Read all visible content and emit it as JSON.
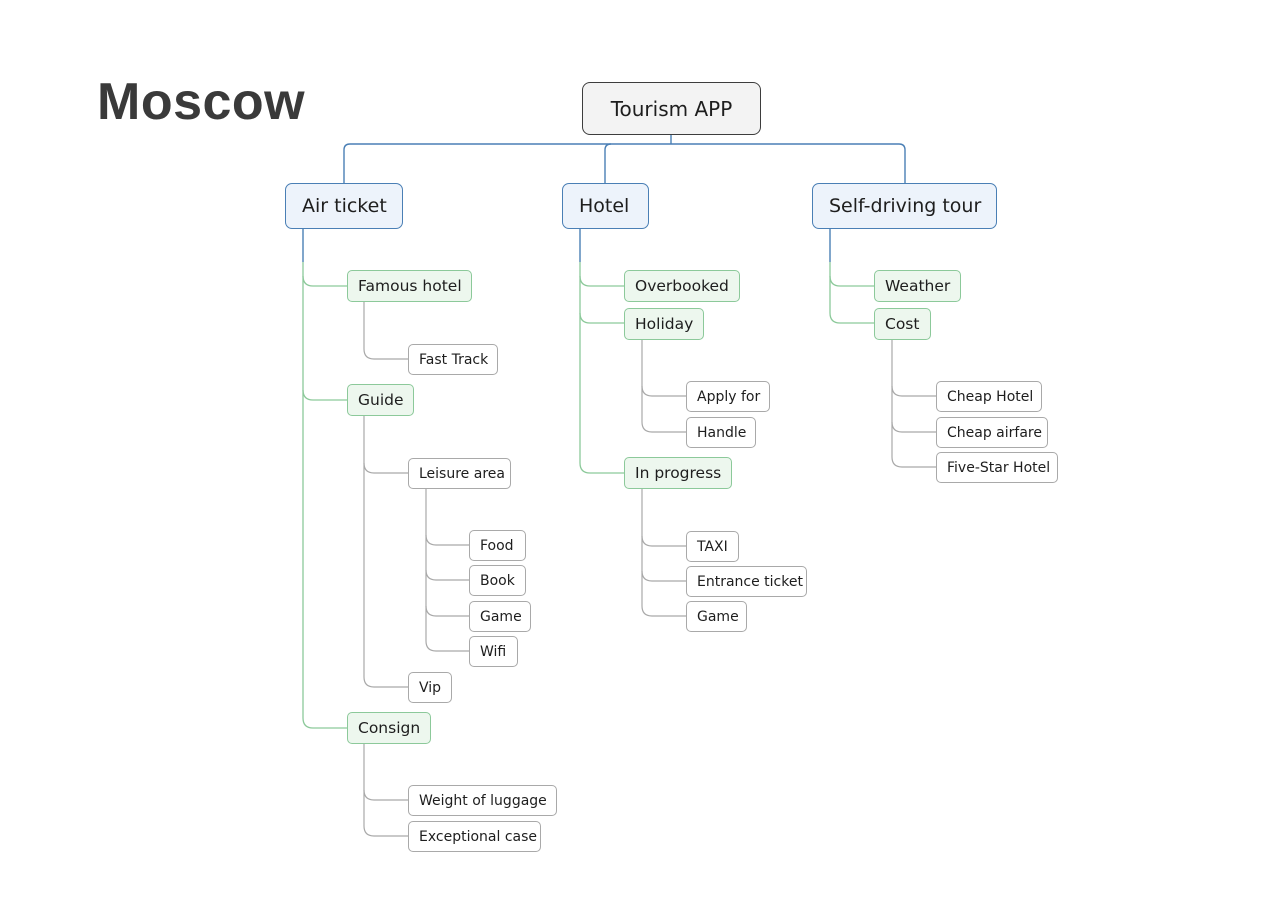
{
  "title": "Moscow",
  "colors": {
    "root_border": "#3d3d3d",
    "category_border": "#4a7fb5",
    "category_fill": "#edf3fb",
    "subtopic_border": "#8cc99a",
    "subtopic_fill": "#edf7ee",
    "leaf_border": "#a9a9a9",
    "connector_blue": "#4a7fb5",
    "connector_green": "#8cc99a",
    "connector_grey": "#a9a9a9"
  },
  "mindmap": {
    "root": "Tourism APP",
    "air_ticket": {
      "label": "Air ticket",
      "famous_hotel": {
        "label": "Famous hotel",
        "fast_track": "Fast Track"
      },
      "guide": {
        "label": "Guide",
        "leisure_area": {
          "label": "Leisure area",
          "food": "Food",
          "book": "Book",
          "game": "Game",
          "wifi": "Wifi"
        },
        "vip": "Vip"
      },
      "consign": {
        "label": "Consign",
        "weight_of_luggage": "Weight of luggage",
        "exceptional_case": "Exceptional case"
      }
    },
    "hotel": {
      "label": "Hotel",
      "overbooked": "Overbooked",
      "holiday": {
        "label": "Holiday",
        "apply_for": "Apply for",
        "handle": "Handle"
      },
      "in_progress": {
        "label": "In progress",
        "taxi": "TAXI",
        "entrance_ticket": "Entrance ticket",
        "game": "Game"
      }
    },
    "self_driving_tour": {
      "label": "Self-driving tour",
      "weather": "Weather",
      "cost": {
        "label": "Cost",
        "cheap_hotel": "Cheap Hotel",
        "cheap_airfare": "Cheap airfare",
        "five_star_hotel": "Five-Star Hotel"
      }
    }
  }
}
